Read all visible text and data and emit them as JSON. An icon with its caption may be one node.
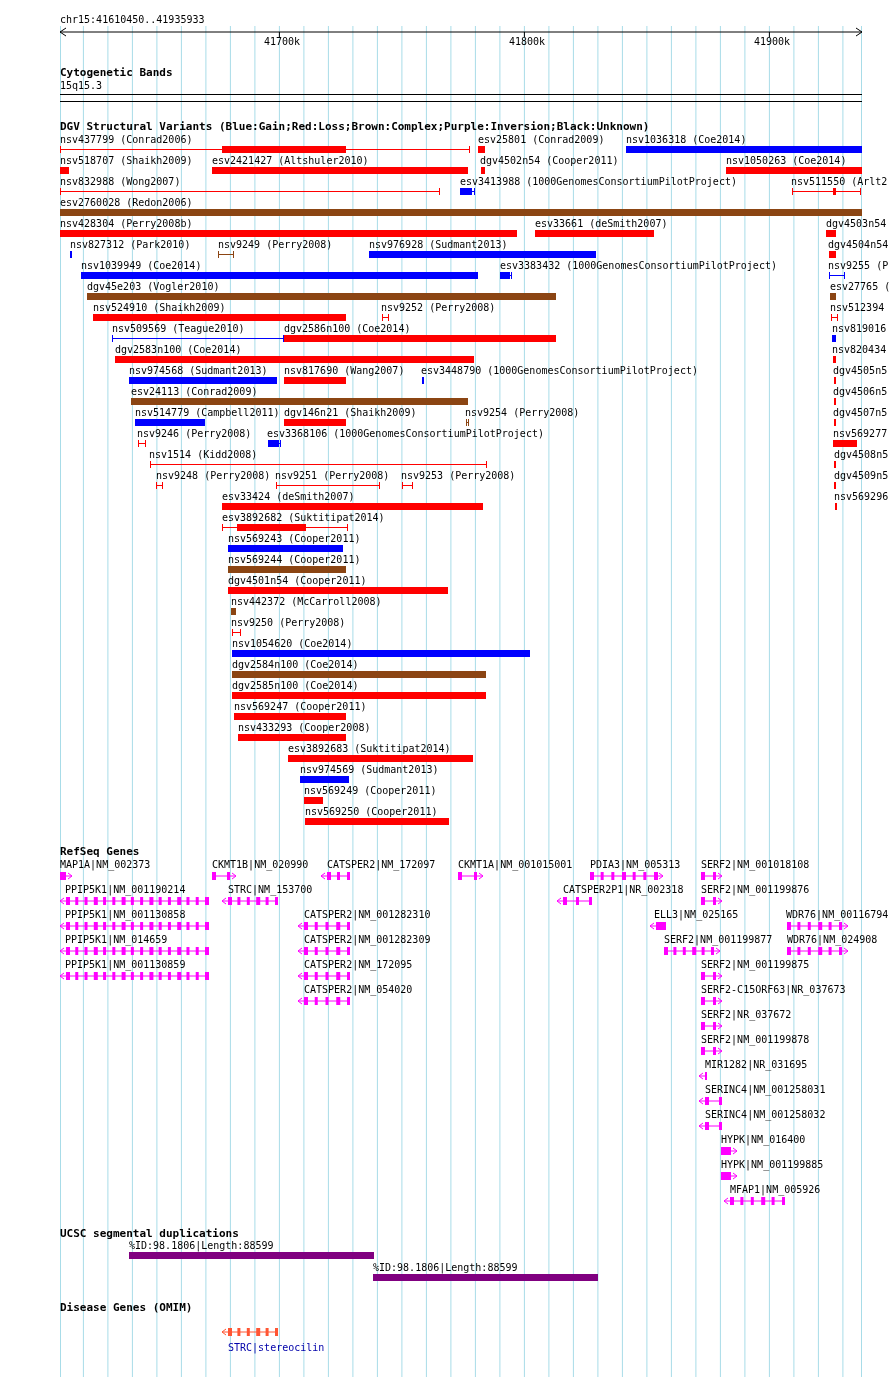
{
  "diagram": {
    "labels": [
      "chr15:41610450..41935933",
      "41700k",
      "41800k",
      "41900k",
      "Cytogenetic Bands",
      "15q15.3",
      "DGV Structural Variants (Blue:Gain;Red:Loss;Brown:Complex;Purple:Inversion;Black:Unknown)",
      "nsv437799 (Conrad2006)",
      "esv25801 (Conrad2009)",
      "nsv1036318 (Coe2014)",
      "nsv518707 (Shaikh2009)",
      "esv2421427 (Altshuler2010)",
      "dgv4502n54 (Cooper2011)",
      "nsv1050263 (Coe2014)",
      "nsv832988 (Wong2007)",
      "esv3413988 (1000GenomesConsortiumPilotProject)",
      "nsv511550 (Arlt2",
      "esv2760028 (Redon2006)",
      "nsv428304 (Perry2008b)",
      "esv33661 (deSmith2007)",
      "dgv4503n54",
      "nsv827312 (Park2010)",
      "nsv9249 (Perry2008)",
      "nsv976928 (Sudmant2013)",
      "dgv4504n54",
      "nsv1039949 (Coe2014)",
      "esv3383432 (1000GenomesConsortiumPilotProject)",
      "nsv9255 (P",
      "dgv45e203 (Vogler2010)",
      "esv27765 (",
      "nsv524910 (Shaikh2009)",
      "nsv9252 (Perry2008)",
      "nsv512394",
      "nsv509569 (Teague2010)",
      "dgv2586n100 (Coe2014)",
      "nsv819016",
      "dgv2583n100 (Coe2014)",
      "nsv820434",
      "nsv974568 (Sudmant2013)",
      "nsv817690 (Wang2007)",
      "esv3448790 (1000GenomesConsortiumPilotProject)",
      "dgv4505n5",
      "esv24113 (Conrad2009)",
      "dgv4506n5",
      "nsv514779 (Campbell2011)",
      "dgv146n21 (Shaikh2009)",
      "nsv9254 (Perry2008)",
      "dgv4507n5",
      "nsv9246 (Perry2008)",
      "esv3368106 (1000GenomesConsortiumPilotProject)",
      "nsv569277",
      "nsv1514 (Kidd2008)",
      "dgv4508n5",
      "nsv9248 (Perry2008)",
      "nsv9251 (Perry2008)",
      "nsv9253 (Perry2008)",
      "dgv4509n5",
      "esv33424 (deSmith2007)",
      "nsv569296",
      "esv3892682 (Suktitipat2014)",
      "nsv569243 (Cooper2011)",
      "nsv569244 (Cooper2011)",
      "dgv4501n54 (Cooper2011)",
      "nsv442372 (McCarroll2008)",
      "nsv9250 (Perry2008)",
      "nsv1054620 (Coe2014)",
      "dgv2584n100 (Coe2014)",
      "dgv2585n100 (Coe2014)",
      "nsv569247 (Cooper2011)",
      "nsv433293 (Cooper2008)",
      "esv3892683 (Suktitipat2014)",
      "nsv974569 (Sudmant2013)",
      "nsv569249 (Cooper2011)",
      "nsv569250 (Cooper2011)",
      "RefSeq Genes",
      "MAP1A|NM_002373",
      "CKMT1B|NM_020990",
      "CATSPER2|NM_172097",
      "CKMT1A|NM_001015001",
      "PDIA3|NM_005313",
      "SERF2|NM_001018108",
      "PPIP5K1|NM_001190214",
      "STRC|NM_153700",
      "CATSPER2P1|NR_002318",
      "SERF2|NM_001199876",
      "PPIP5K1|NM_001130858",
      "CATSPER2|NM_001282310",
      "ELL3|NM_025165",
      "WDR76|NM_00116794",
      "PPIP5K1|NM_014659",
      "CATSPER2|NM_001282309",
      "SERF2|NM_001199877",
      "WDR76|NM_024908",
      "PPIP5K1|NM_001130859",
      "CATSPER2|NM_172095",
      "SERF2|NM_001199875",
      "CATSPER2|NM_054020",
      "SERF2-C15ORF63|NR_037673",
      "SERF2|NR_037672",
      "SERF2|NM_001199878",
      "MIR1282|NR_031695",
      "SERINC4|NM_001258031",
      "SERINC4|NM_001258032",
      "HYPK|NM_016400",
      "HYPK|NM_001199885",
      "MFAP1|NM_005926",
      "UCSC segmental duplications",
      "%ID:98.1806|Length:88599",
      "%ID:98.1806|Length:88599",
      "Disease Genes (OMIM)",
      "STRC|stereocilin"
    ]
  }
}
